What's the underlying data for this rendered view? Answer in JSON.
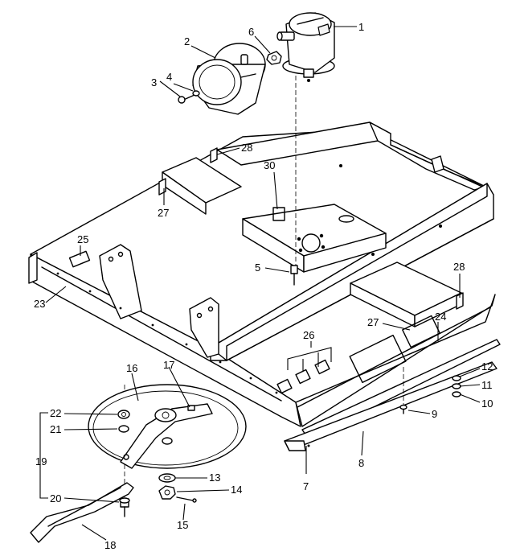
{
  "callouts": [
    {
      "id": "c1",
      "text": "1"
    },
    {
      "id": "c2",
      "text": "2"
    },
    {
      "id": "c3",
      "text": "3"
    },
    {
      "id": "c4",
      "text": "4"
    },
    {
      "id": "c5",
      "text": "5"
    },
    {
      "id": "c6",
      "text": "6"
    },
    {
      "id": "c7",
      "text": "7"
    },
    {
      "id": "c8",
      "text": "8"
    },
    {
      "id": "c9",
      "text": "9"
    },
    {
      "id": "c10",
      "text": "10"
    },
    {
      "id": "c11",
      "text": "11"
    },
    {
      "id": "c12",
      "text": "12"
    },
    {
      "id": "c13",
      "text": "13"
    },
    {
      "id": "c14",
      "text": "14"
    },
    {
      "id": "c15",
      "text": "15"
    },
    {
      "id": "c16",
      "text": "16"
    },
    {
      "id": "c17",
      "text": "17"
    },
    {
      "id": "c18",
      "text": "18"
    },
    {
      "id": "c19",
      "text": "19"
    },
    {
      "id": "c20",
      "text": "20"
    },
    {
      "id": "c21",
      "text": "21"
    },
    {
      "id": "c22",
      "text": "22"
    },
    {
      "id": "c23",
      "text": "23"
    },
    {
      "id": "c24",
      "text": "24"
    },
    {
      "id": "c25",
      "text": "25"
    },
    {
      "id": "c26",
      "text": "26"
    },
    {
      "id": "c27a",
      "text": "27"
    },
    {
      "id": "c27b",
      "text": "27"
    },
    {
      "id": "c28a",
      "text": "28"
    },
    {
      "id": "c28b",
      "text": "28"
    },
    {
      "id": "c30",
      "text": "30"
    }
  ]
}
